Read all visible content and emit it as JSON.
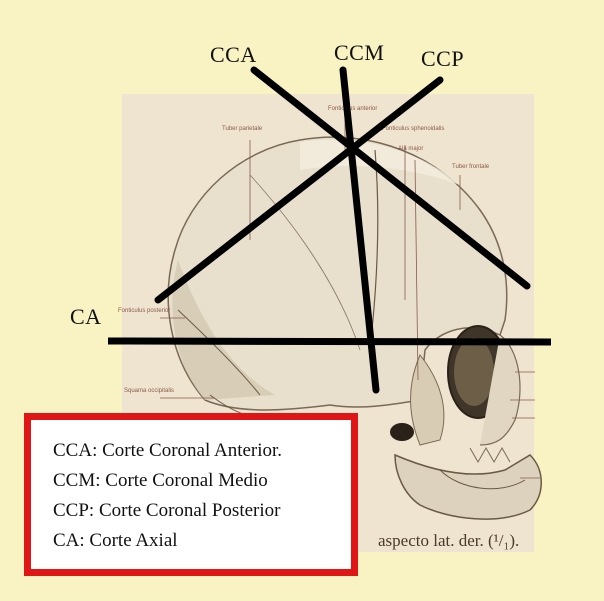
{
  "colors": {
    "background": "#f9f2c3",
    "legend_border": "#e01515",
    "cut_lines": "#000000",
    "skull": "#e3d9c7"
  },
  "cut_labels": {
    "cca": "CCA",
    "ccm": "CCM",
    "ccp": "CCP",
    "ca": "CA"
  },
  "legend": {
    "items": [
      "CCA: Corte Coronal Anterior.",
      "CCM: Corte Coronal Medio",
      "CCP: Corte Coronal Posterior",
      "CA: Corte Axial"
    ]
  },
  "plate": {
    "caption": "aspecto lat. der. (¹/₁).",
    "annotations": [
      "Tuber parietale",
      "Fonticulus anterior",
      "Fonticulus sphenoidalis",
      "Ala major",
      "Tuber frontale",
      "Fonticulus posterior",
      "Squama occipitalis"
    ]
  }
}
